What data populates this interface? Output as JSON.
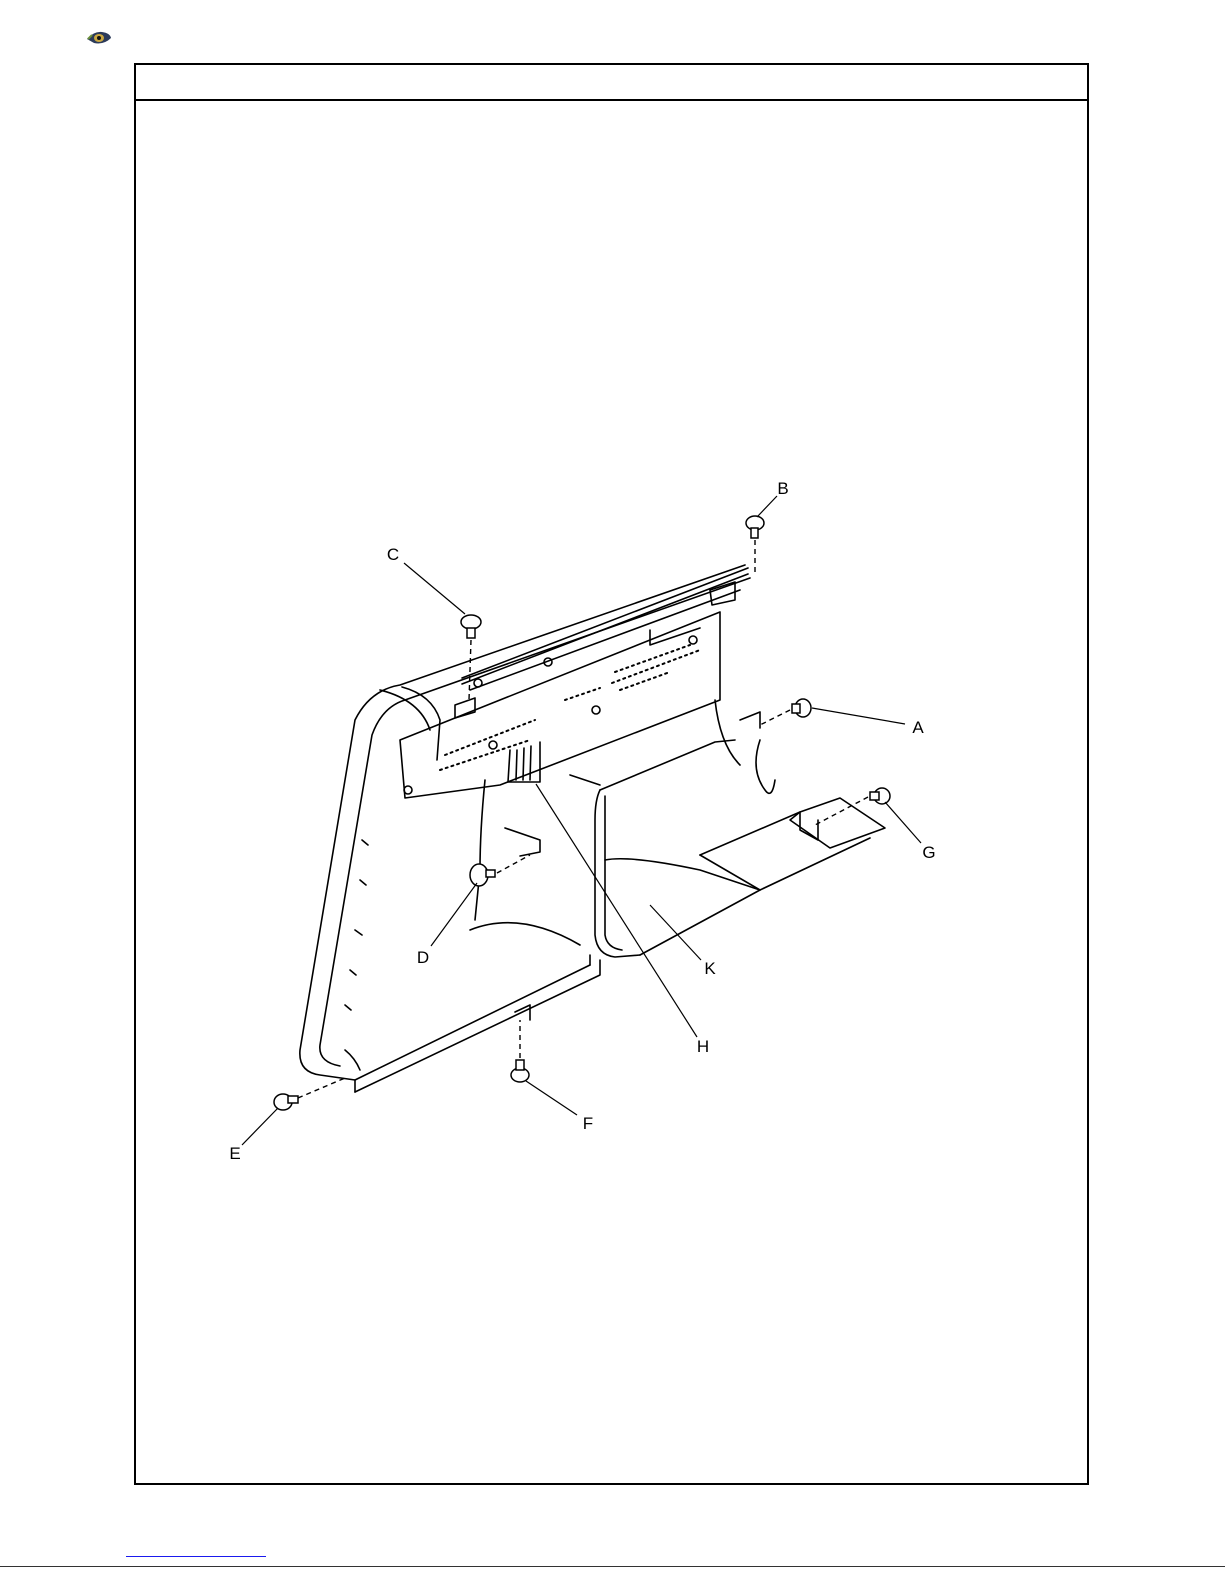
{
  "header": {
    "logo_icon": "eye-icon"
  },
  "diagram": {
    "callouts": {
      "A": "A",
      "B": "B",
      "C": "C",
      "D": "D",
      "E": "E",
      "F": "F",
      "G": "G",
      "H": "H",
      "K": "K"
    }
  }
}
